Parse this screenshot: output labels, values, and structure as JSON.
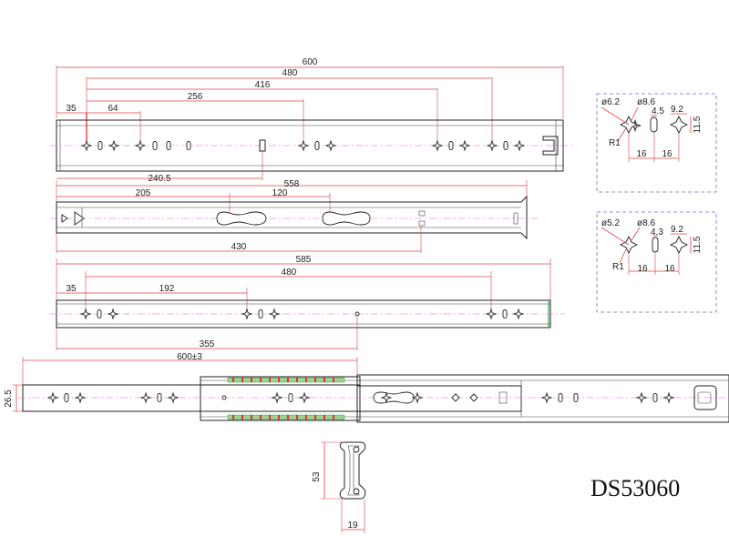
{
  "model": "DS53060",
  "rail1": {
    "d_600": "600",
    "d_480": "480",
    "d_416": "416",
    "d_256": "256",
    "d_64": "64",
    "d_35": "35",
    "d_240_5": "240.5"
  },
  "rail2": {
    "d_558": "558",
    "d_205": "205",
    "d_120": "120",
    "d_430": "430"
  },
  "rail3": {
    "d_585": "585",
    "d_480": "480",
    "d_192": "192",
    "d_35": "35",
    "d_355": "355"
  },
  "assembly": {
    "d_600pm3": "600±3",
    "d_26_5": "26.5"
  },
  "profile": {
    "d_53": "53",
    "d_19": "19"
  },
  "detail1": {
    "d_6_2": "ø6.2",
    "d_8_6": "ø8.6",
    "d_4_5": "4.5",
    "d_9_2": "9.2",
    "d_11_5": "11.5",
    "r1": "R1",
    "d_16a": "16",
    "d_16b": "16"
  },
  "detail2": {
    "d_5_2": "ø5.2",
    "d_8_6": "ø8.6",
    "d_4_3": "4.3",
    "d_9_2": "9.2",
    "d_11_5": "11.5",
    "r1": "R1",
    "d_16a": "16",
    "d_16b": "16"
  }
}
